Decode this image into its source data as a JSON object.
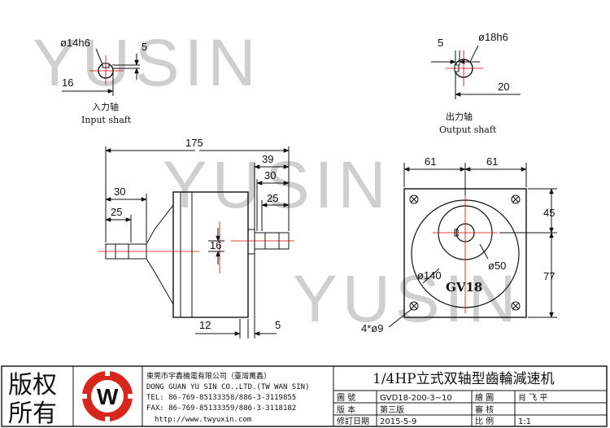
{
  "watermark": {
    "text": "YUSIN"
  },
  "input_shaft": {
    "diameter": "ø14h6",
    "keyway": "5",
    "key_height": "16",
    "label_cn": "入力轴",
    "label_en": "Input shaft"
  },
  "output_shaft": {
    "diameter": "ø18h6",
    "keyway": "5",
    "key_height": "20",
    "label_cn": "出力轴",
    "label_en": "Output shaft"
  },
  "side_view": {
    "overall_length": "175",
    "output_shaft_len": "39",
    "output_shaft_inner": "30",
    "output_key_len": "25",
    "input_shaft_len": "30",
    "input_key_len": "25",
    "center_height": "16",
    "flange_thk": "12",
    "gap": "5"
  },
  "front_view": {
    "half_width_left": "61",
    "half_width_right": "61",
    "upper_offset": "45",
    "lower_offset": "77",
    "bolt_circle": "ø140",
    "boss_dia": "ø50",
    "holes": "4*ø9",
    "model_mark": "GV18"
  },
  "title_block": {
    "stamp": "版权\n所有",
    "stamp_line1": "版权",
    "stamp_line2": "所有",
    "company_cn": "東莞市宇鑫機電有限公司（臺灣萬鑫）",
    "company_en": "DONG GUAN YU SIN CO.,LTD.(TW WAN SIN)",
    "tel": "TEL:  86-769-85133358/886-3-3119855",
    "fax": "FAX:  86-769-85133359/886-3-3118182",
    "http": "http://www.twyuxin.com",
    "title": "1/4HP立式双轴型齒輪減速机",
    "rows": [
      {
        "k1": "圖    號",
        "v1": "GVD18-200-3~10",
        "k2": "繪    圖",
        "v2": "肖 飞 平"
      },
      {
        "k1": "版    本",
        "v1": "第三版",
        "k2": "審    核",
        "v2": ""
      },
      {
        "k1": "修訂日期",
        "v1": "2015-5-9",
        "k2": "比    例",
        "v2": "1:1"
      }
    ]
  }
}
